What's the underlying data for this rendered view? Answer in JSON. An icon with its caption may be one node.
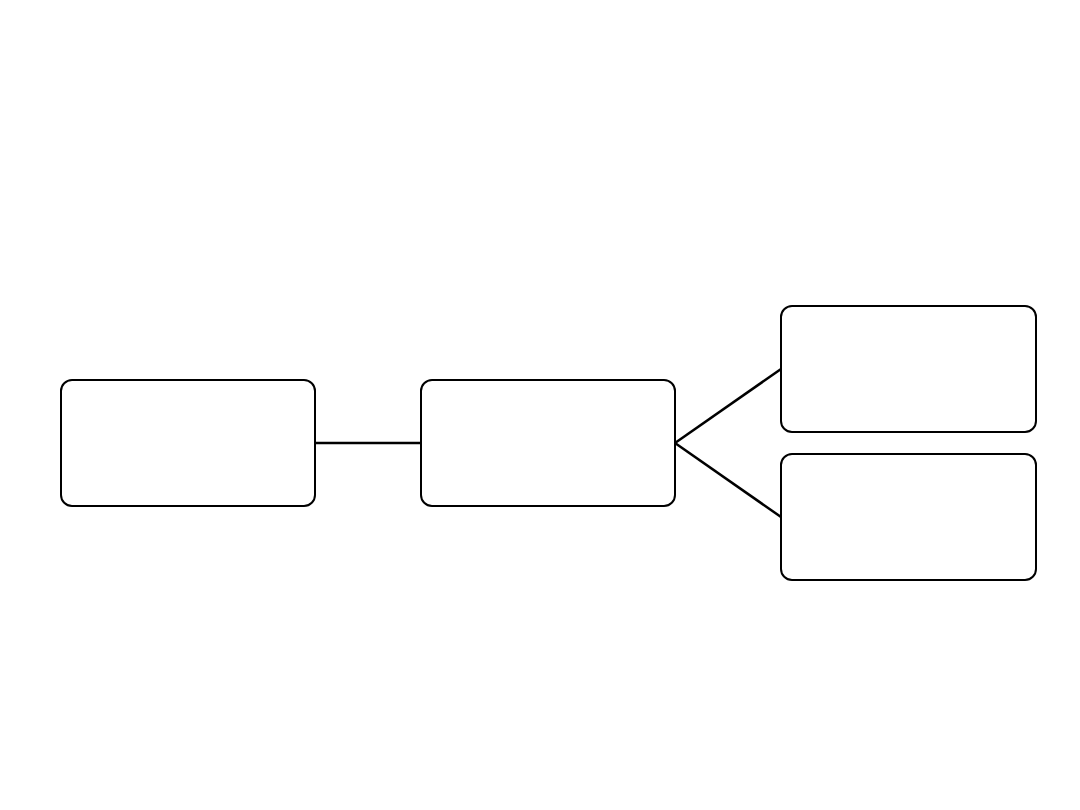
{
  "diagram": {
    "nodes": [
      {
        "text": [],
        "shape": "box"
      },
      {
        "text": [],
        "shape": "box"
      },
      {
        "text": [],
        "shape": "box"
      },
      {
        "text": [],
        "shape": "box"
      }
    ],
    "edges": [
      {
        "from": 0,
        "to": 1,
        "arrow": "none"
      },
      {
        "from": 1,
        "to": 2,
        "arrow": "none"
      },
      {
        "from": 1,
        "to": 3,
        "arrow": "none"
      }
    ]
  }
}
